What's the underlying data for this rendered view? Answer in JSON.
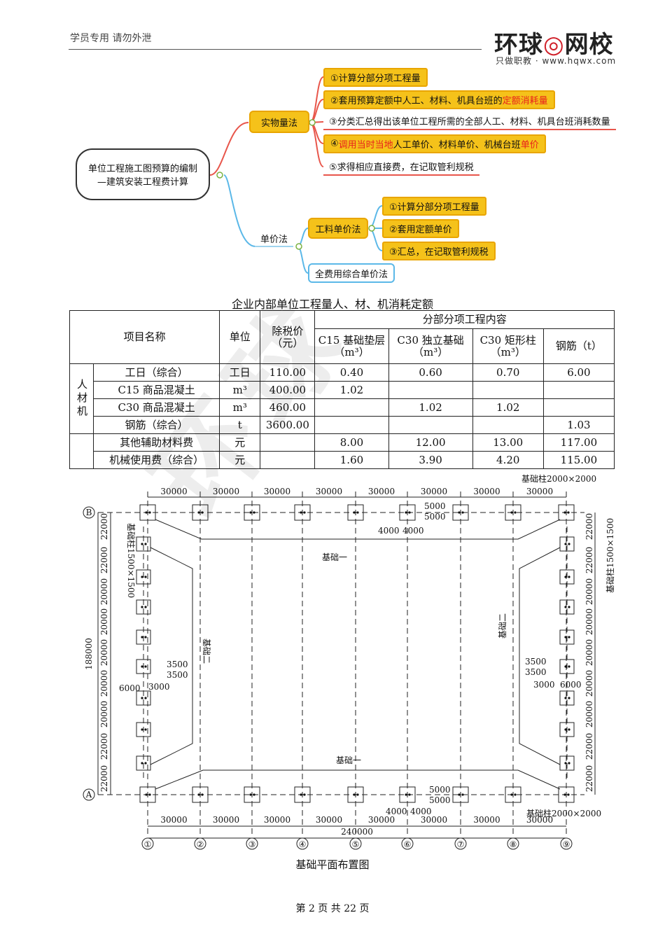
{
  "header": {
    "left_text": "学员专用 请勿外泄",
    "logo_a": "环球",
    "logo_o": "◎",
    "logo_b": "网校",
    "logo_sub": "只做职教 · www.hqwx.com"
  },
  "mindmap": {
    "root_line1": "单位工程施工图预算的编制",
    "root_line2": "—建筑安装工程费计算",
    "branch1": "实物量法",
    "b1_items": [
      {
        "pre": "①计算分部分项工程量",
        "hl": "",
        "post": ""
      },
      {
        "pre": "②套用预算定额中人工、材料、机具台班的",
        "hl": "定额消耗量",
        "post": ""
      },
      {
        "pre": "③分类汇总得出该单位工程所需的全部人工、材料、机具台班消耗数量",
        "hl": "",
        "post": ""
      },
      {
        "pre": "④",
        "hl": "调用当时当地",
        "post": "人工单价、材料单价、机械台班",
        "hl2": "单价"
      },
      {
        "pre": "⑤求得相应直接费，在记取管利规税",
        "hl": "",
        "post": ""
      }
    ],
    "branch2": "单价法",
    "b2_sub1": "工料单价法",
    "b2_sub1_items": [
      "①计算分部分项工程量",
      "②套用定额单价",
      "③汇总，在记取管利规税"
    ],
    "b2_sub2": "全费用综合单价法"
  },
  "table": {
    "title": "企业内部单位工程量人、材、机消耗定额",
    "h_name": "项目名称",
    "h_unit": "单位",
    "h_price": "除税价（元）",
    "h_group": "分部分项工程内容",
    "h_cols": [
      "C15 基础垫层（m³）",
      "C30 独立基础（m³）",
      "C30 矩形柱（m³）",
      "钢筋（t）"
    ],
    "side_label": "人材机",
    "rows": [
      {
        "name": "工日（综合）",
        "unit": "工日",
        "price": "110.00",
        "v": [
          "0.40",
          "0.60",
          "0.70",
          "6.00"
        ]
      },
      {
        "name": "C15 商品混凝土",
        "unit": "m³",
        "price": "400.00",
        "v": [
          "1.02",
          "",
          "",
          ""
        ]
      },
      {
        "name": "C30 商品混凝土",
        "unit": "m³",
        "price": "460.00",
        "v": [
          "",
          "1.02",
          "1.02",
          ""
        ]
      },
      {
        "name": "钢筋（综合）",
        "unit": "t",
        "price": "3600.00",
        "v": [
          "",
          "",
          "",
          "1.03"
        ]
      },
      {
        "name": "其他辅助材料费",
        "unit": "元",
        "price": "",
        "v": [
          "8.00",
          "12.00",
          "13.00",
          "117.00"
        ]
      },
      {
        "name": "机械使用费（综合）",
        "unit": "元",
        "price": "",
        "v": [
          "1.60",
          "3.90",
          "4.20",
          "115.00"
        ]
      }
    ]
  },
  "plan": {
    "caption": "基础平面布置图",
    "top_dims": [
      "30000",
      "30000",
      "30000",
      "30000",
      "30000",
      "30000",
      "30000",
      "30000"
    ],
    "bot_dims": [
      "30000",
      "30000",
      "30000",
      "30000",
      "30000",
      "30000",
      "30000",
      "30000"
    ],
    "total": "240000",
    "left_total": "188000",
    "left_dims": [
      "22000",
      "22000",
      "20000",
      "20000",
      "20000",
      "20000",
      "20000",
      "22000",
      "22000"
    ],
    "right_dims": [
      "22000",
      "22000",
      "20000",
      "20000",
      "20000",
      "20000",
      "20000",
      "22000",
      "22000"
    ],
    "axes_num": [
      "①",
      "②",
      "③",
      "④",
      "⑤",
      "⑥",
      "⑦",
      "⑧",
      "⑨"
    ],
    "axis_a": "A",
    "axis_b": "B",
    "label_j1": "基础一",
    "label_j2": "基础二",
    "col_big": "基础柱2000×2000",
    "col_small": "基础柱1500×1500",
    "d5000": "5000",
    "d4000": "4000",
    "d3500": "3500",
    "d3000": "3000",
    "d6000": "6000"
  },
  "footer": {
    "page": "第 2 页 共 22 页"
  }
}
